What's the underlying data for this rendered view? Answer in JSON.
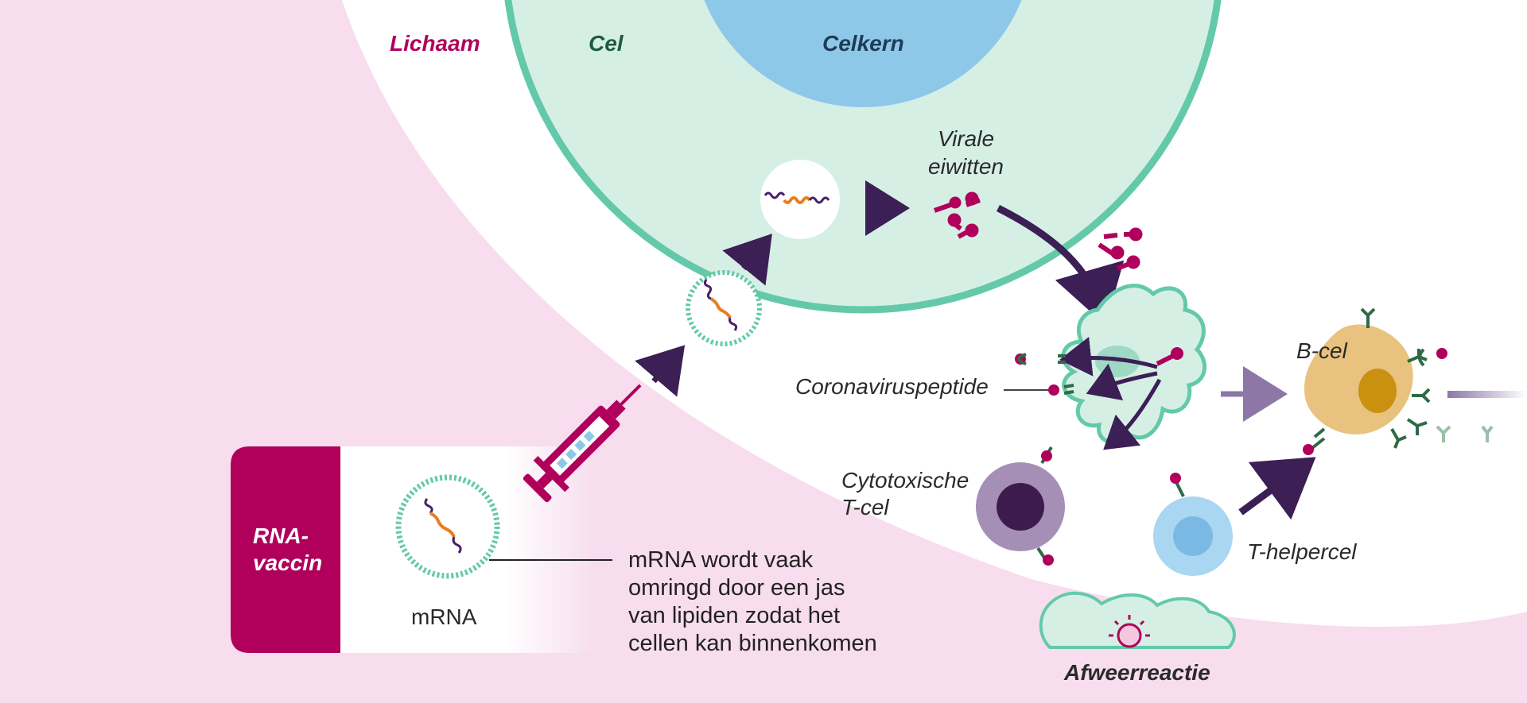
{
  "labels": {
    "lichaam": "Lichaam",
    "cel": "Cel",
    "celkern": "Celkern",
    "virale_1": "Virale",
    "virale_2": "eiwitten",
    "coronaviruspeptide": "Coronaviruspeptide",
    "b_cel": "B-cel",
    "cytotoxische_1": "Cytotoxische",
    "cytotoxische_2": "T-cel",
    "t_helpercel": "T-helpercel",
    "afweerreactie": "Afweerreactie",
    "rna_vaccin_1": "RNA-",
    "rna_vaccin_2": "vaccin",
    "mrna": "mRNA"
  },
  "description": [
    "mRNA wordt vaak",
    "omringd door een jas",
    "van lipiden zodat het",
    "cellen kan binnenkomen"
  ],
  "colors": {
    "body_bg": "#f7ddee",
    "cell_fill": "#d6efe5",
    "cell_border": "#63c9aa",
    "nucleus": "#8ec8e8",
    "magenta": "#b0005c",
    "arrow": "#3c1f55",
    "mrna_purple": "#4a1f6a",
    "mrna_orange": "#e87e1e",
    "cytotoxic": "#a58fb6",
    "helper": "#a9d6f1",
    "bcell": "#e8c27e",
    "receptor": "#2e6a45"
  }
}
